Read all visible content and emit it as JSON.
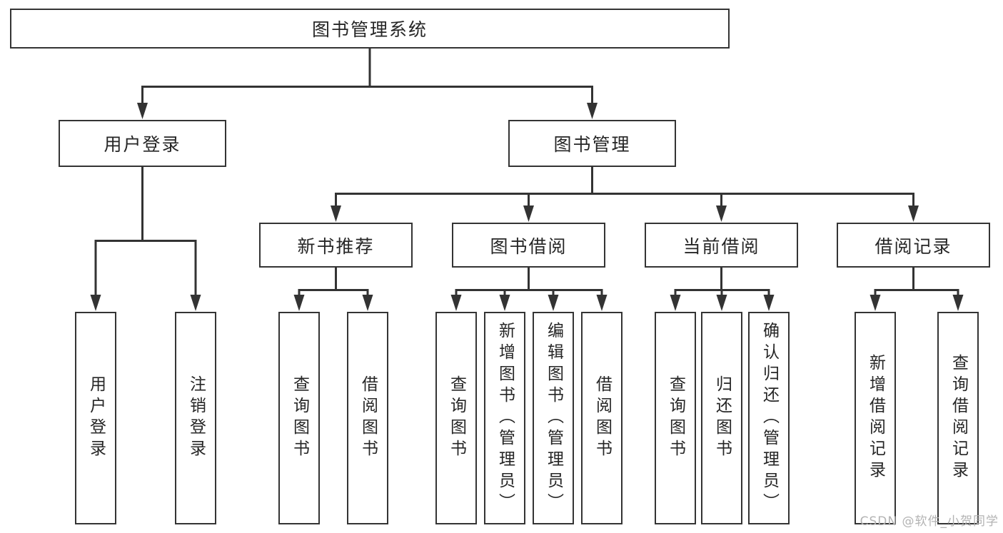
{
  "diagram": {
    "type": "hierarchy-tree",
    "title": "图书管理系统",
    "watermark": "CSDN @软件_小贺同学",
    "colors": {
      "line": "#333333",
      "box_border": "#343434",
      "text": "#262626",
      "watermark": "#b3b3b3",
      "background": "#ffffff"
    },
    "root": {
      "label": "图书管理系统"
    },
    "level2": [
      {
        "label": "用户登录",
        "parent": "图书管理系统"
      },
      {
        "label": "图书管理",
        "parent": "图书管理系统"
      }
    ],
    "level3": [
      {
        "label": "新书推荐",
        "parent": "图书管理"
      },
      {
        "label": "图书借阅",
        "parent": "图书管理"
      },
      {
        "label": "当前借阅",
        "parent": "图书管理"
      },
      {
        "label": "借阅记录",
        "parent": "图书管理"
      }
    ],
    "leaves": [
      {
        "label": "用户登录",
        "parent": "用户登录"
      },
      {
        "label": "注销登录",
        "parent": "用户登录"
      },
      {
        "label": "查询图书",
        "parent": "新书推荐"
      },
      {
        "label": "借阅图书",
        "parent": "新书推荐"
      },
      {
        "label": "查询图书",
        "parent": "图书借阅"
      },
      {
        "label": "新增图书（管理员）",
        "parent": "图书借阅"
      },
      {
        "label": "编辑图书（管理员）",
        "parent": "图书借阅"
      },
      {
        "label": "借阅图书",
        "parent": "图书借阅"
      },
      {
        "label": "查询图书",
        "parent": "当前借阅"
      },
      {
        "label": "归还图书",
        "parent": "当前借阅"
      },
      {
        "label": "确认归还（管理员）",
        "parent": "当前借阅"
      },
      {
        "label": "新增借阅记录",
        "parent": "借阅记录"
      },
      {
        "label": "查询借阅记录",
        "parent": "借阅记录"
      }
    ]
  }
}
